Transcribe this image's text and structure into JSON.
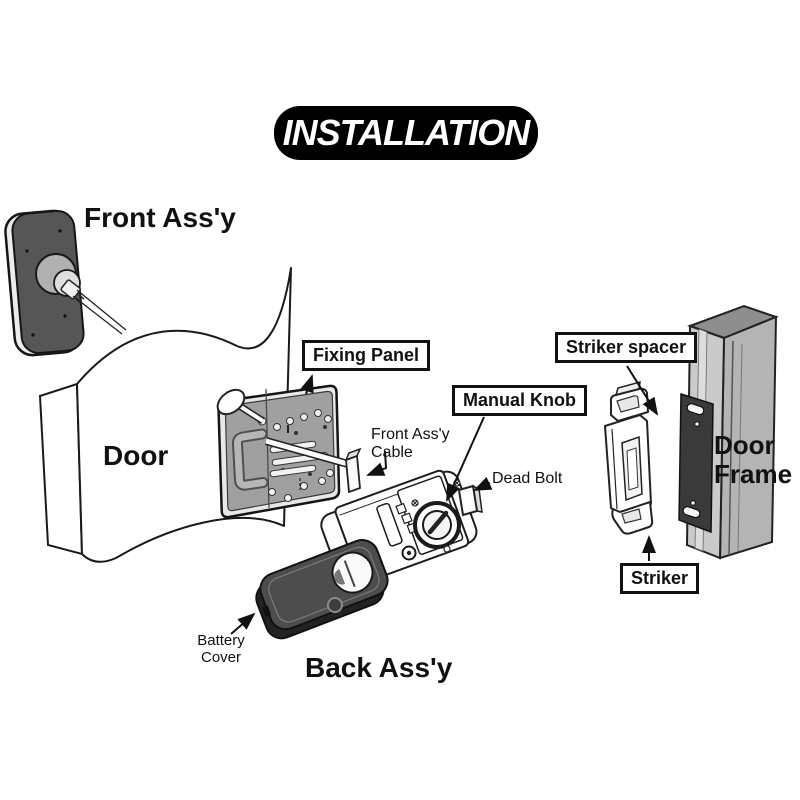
{
  "title": "INSTALLATION",
  "parts": {
    "front_assy": {
      "label": "Front Ass'y"
    },
    "door": {
      "label": "Door"
    },
    "fixing_panel": {
      "label": "Fixing Panel"
    },
    "front_assy_cable": {
      "label": "Front Ass'y\nCable"
    },
    "manual_knob": {
      "label": "Manual Knob"
    },
    "dead_bolt": {
      "label": "Dead Bolt"
    },
    "battery_cover": {
      "label": "Battery\nCover"
    },
    "back_assy": {
      "label": "Back Ass'y"
    },
    "striker_spacer": {
      "label": "Striker spacer"
    },
    "striker": {
      "label": "Striker"
    },
    "door_frame": {
      "label": "Door\nFrame"
    }
  },
  "colors": {
    "background": "#ffffff",
    "line": "#1a1a1a",
    "title_bg": "#000000",
    "title_text": "#ffffff",
    "front_plate": "#565656",
    "dark_panel": "#4d4d4d",
    "medium_panel": "#a0a0a0",
    "frame_front": "#b4b4b4",
    "frame_top": "#8e8e8e",
    "frame_side": "#cacaca",
    "spacer_plate": "#3a3a3a"
  }
}
